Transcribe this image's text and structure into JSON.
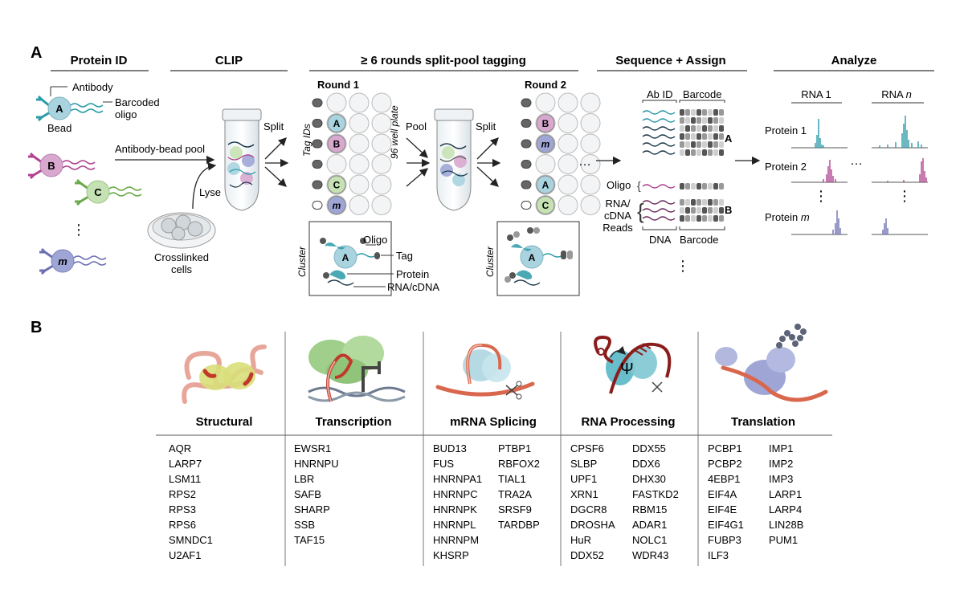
{
  "panel_a": {
    "letter": "A",
    "headers": {
      "protein_id": "Protein ID",
      "clip": "CLIP",
      "split_pool": "≥ 6 rounds split-pool tagging",
      "sequence": "Sequence + Assign",
      "analyze": "Analyze"
    },
    "protein_id": {
      "antibody": "Antibody",
      "barcoded": "Barcoded",
      "oligo": "oligo",
      "bead": "Bead",
      "bead_a": "A",
      "bead_b": "B",
      "bead_c": "C",
      "bead_m": "m",
      "dots": "⋮"
    },
    "clip": {
      "pool_label": "Antibody-bead pool",
      "lyse": "Lyse",
      "split": "Split",
      "crosslinked": "Crosslinked",
      "cells": "cells"
    },
    "split_pool": {
      "round1": "Round 1",
      "round2": "Round 2",
      "tag_ids": "Tag IDs",
      "plate": "96 well plate",
      "pool": "Pool",
      "split": "Split",
      "ellipsis": "…",
      "r1_wells": [
        "A",
        "B",
        "C",
        "m"
      ],
      "r2_wells": [
        "B",
        "m",
        "A",
        "C"
      ],
      "cluster": "Cluster",
      "oligo": "Oligo",
      "tag": "Tag",
      "protein": "Protein",
      "rnacdna": "RNA/cDNA",
      "bead_a": "A"
    },
    "sequence": {
      "ab_id": "Ab ID",
      "barcode": "Barcode",
      "group_a": "A",
      "group_b": "B",
      "oligo": "Oligo",
      "rna": "RNA/",
      "cdna": "cDNA",
      "reads": "Reads",
      "dna": "DNA",
      "barcode2": "Barcode",
      "dots": "⋮"
    },
    "analyze": {
      "rna1": "RNA 1",
      "rnan_prefix": "RNA",
      "rnan_italic": "n",
      "protein1": "Protein 1",
      "protein2": "Protein 2",
      "proteinm_prefix": "Protein",
      "proteinm_italic": "m",
      "ellipsis": "…",
      "dots": "⋮"
    },
    "colors": {
      "bead_a": "#a9d4df",
      "bead_b": "#d9a8cf",
      "bead_c": "#c6e2b4",
      "bead_m": "#9fa6d6",
      "teal": "#2a9aa8",
      "magenta": "#b0428f",
      "purple": "#6b6fb3",
      "rna": "#c0392b"
    }
  },
  "panel_b": {
    "letter": "B",
    "categories": [
      {
        "name": "Structural",
        "col1": [
          "AQR",
          "LARP7",
          "LSM11",
          "RPS2",
          "RPS3",
          "RPS6",
          "SMNDC1",
          "U2AF1"
        ],
        "col2": []
      },
      {
        "name": "Transcription",
        "col1": [
          "EWSR1",
          "HNRNPU",
          "LBR",
          "SAFB",
          "SHARP",
          "SSB",
          "TAF15"
        ],
        "col2": []
      },
      {
        "name": "mRNA Splicing",
        "col1": [
          "BUD13",
          "FUS",
          "HNRNPA1",
          "HNRNPC",
          "HNRNPK",
          "HNRNPL",
          "HNRNPM",
          "KHSRP"
        ],
        "col2": [
          "PTBP1",
          "RBFOX2",
          "TIAL1",
          "TRA2A",
          "SRSF9",
          "TARDBP"
        ]
      },
      {
        "name": "RNA Processing",
        "col1": [
          "CPSF6",
          "SLBP",
          "UPF1",
          "XRN1",
          "DGCR8",
          "DROSHA",
          "HuR",
          "DDX52"
        ],
        "col2": [
          "DDX55",
          "DDX6",
          "DHX30",
          "FASTKD2",
          "RBM15",
          "ADAR1",
          "NOLC1",
          "WDR43"
        ]
      },
      {
        "name": "Translation",
        "col1": [
          "PCBP1",
          "PCBP2",
          "4EBP1",
          "EIF4A",
          "EIF4E",
          "EIF4G1",
          "FUBP3",
          "ILF3"
        ],
        "col2": [
          "IMP1",
          "IMP2",
          "IMP3",
          "LARP1",
          "LARP4",
          "LIN28B",
          "PUM1"
        ]
      }
    ],
    "psi": "Ψ"
  }
}
